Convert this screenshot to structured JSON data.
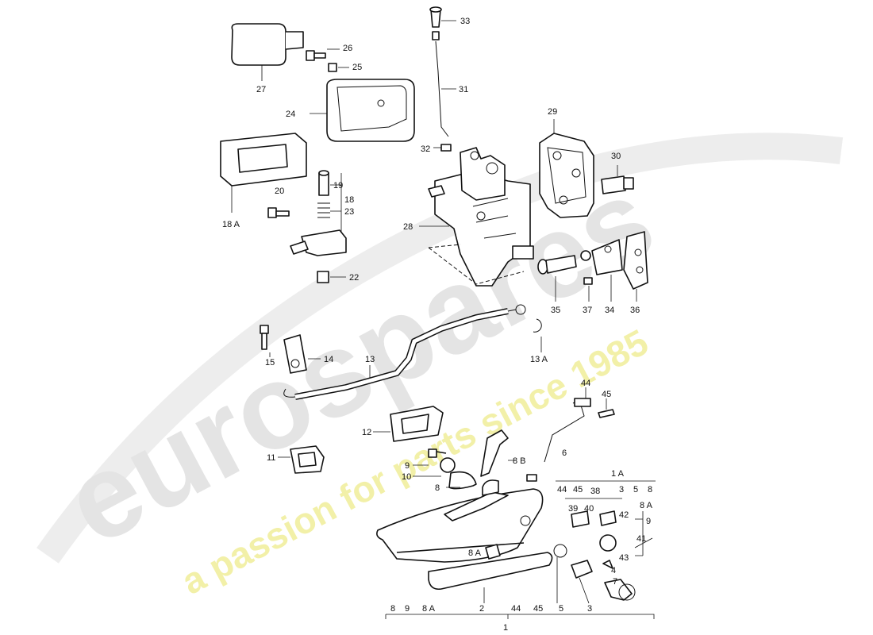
{
  "watermark": {
    "brand": "eurospares",
    "slogan": "a passion for parts since 1985",
    "brand_color": "#e4e4e4",
    "slogan_color": "#f2f0a8"
  },
  "labels": {
    "l33": "33",
    "l26": "26",
    "l25": "25",
    "l27": "27",
    "l31": "31",
    "l24": "24",
    "l29": "29",
    "l32": "32",
    "l30": "30",
    "l19": "19",
    "l18": "18",
    "l20": "20",
    "l23": "23",
    "l18a": "18 A",
    "l28": "28",
    "l22": "22",
    "l35": "35",
    "l37": "37",
    "l34": "34",
    "l36": "36",
    "l15": "15",
    "l14": "14",
    "l13": "13",
    "l13a": "13 A",
    "l44a": "44",
    "l45a": "45",
    "l12": "12",
    "l11": "11",
    "l9": "9",
    "l8b": "8 B",
    "l10": "10",
    "l8": "8",
    "l6": "6",
    "l1a": "1 A",
    "row1": [
      "44",
      "45",
      "3",
      "5",
      "8"
    ],
    "l38": "38",
    "l39": "39",
    "l40": "40",
    "l8a_r": "8 A",
    "l42": "42",
    "l9_r": "9",
    "l41": "41",
    "l8a_m": "8 A",
    "l43": "43",
    "l4": "4",
    "l7": "7",
    "bottom_row": [
      "8",
      "9",
      "8 A",
      "2",
      "44",
      "45",
      "5",
      "3"
    ],
    "l1": "1"
  }
}
